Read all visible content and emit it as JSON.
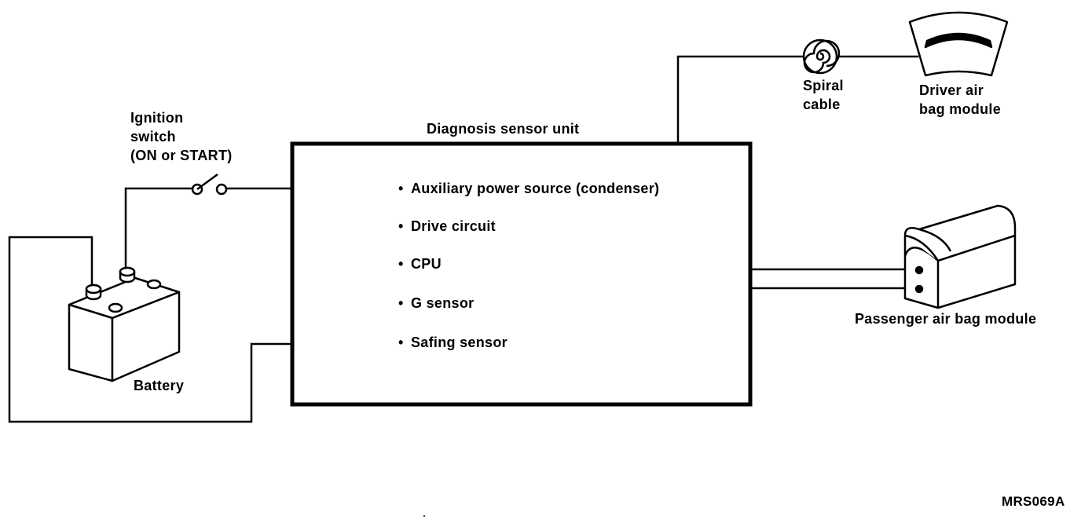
{
  "labels": {
    "ignition_switch": [
      "Ignition",
      "switch",
      "(ON or START)"
    ],
    "diagnosis_sensor_unit": "Diagnosis sensor unit",
    "battery": "Battery",
    "spiral_cable": [
      "Spiral",
      "cable"
    ],
    "driver_air_bag_module": [
      "Driver air",
      "bag module"
    ],
    "passenger_air_bag_module": "Passenger air bag module",
    "figure_code": "MRS069A"
  },
  "unit_items": [
    "Auxiliary power source (condenser)",
    "Drive circuit",
    "CPU",
    "G sensor",
    "Safing sensor"
  ],
  "bullet": "•"
}
